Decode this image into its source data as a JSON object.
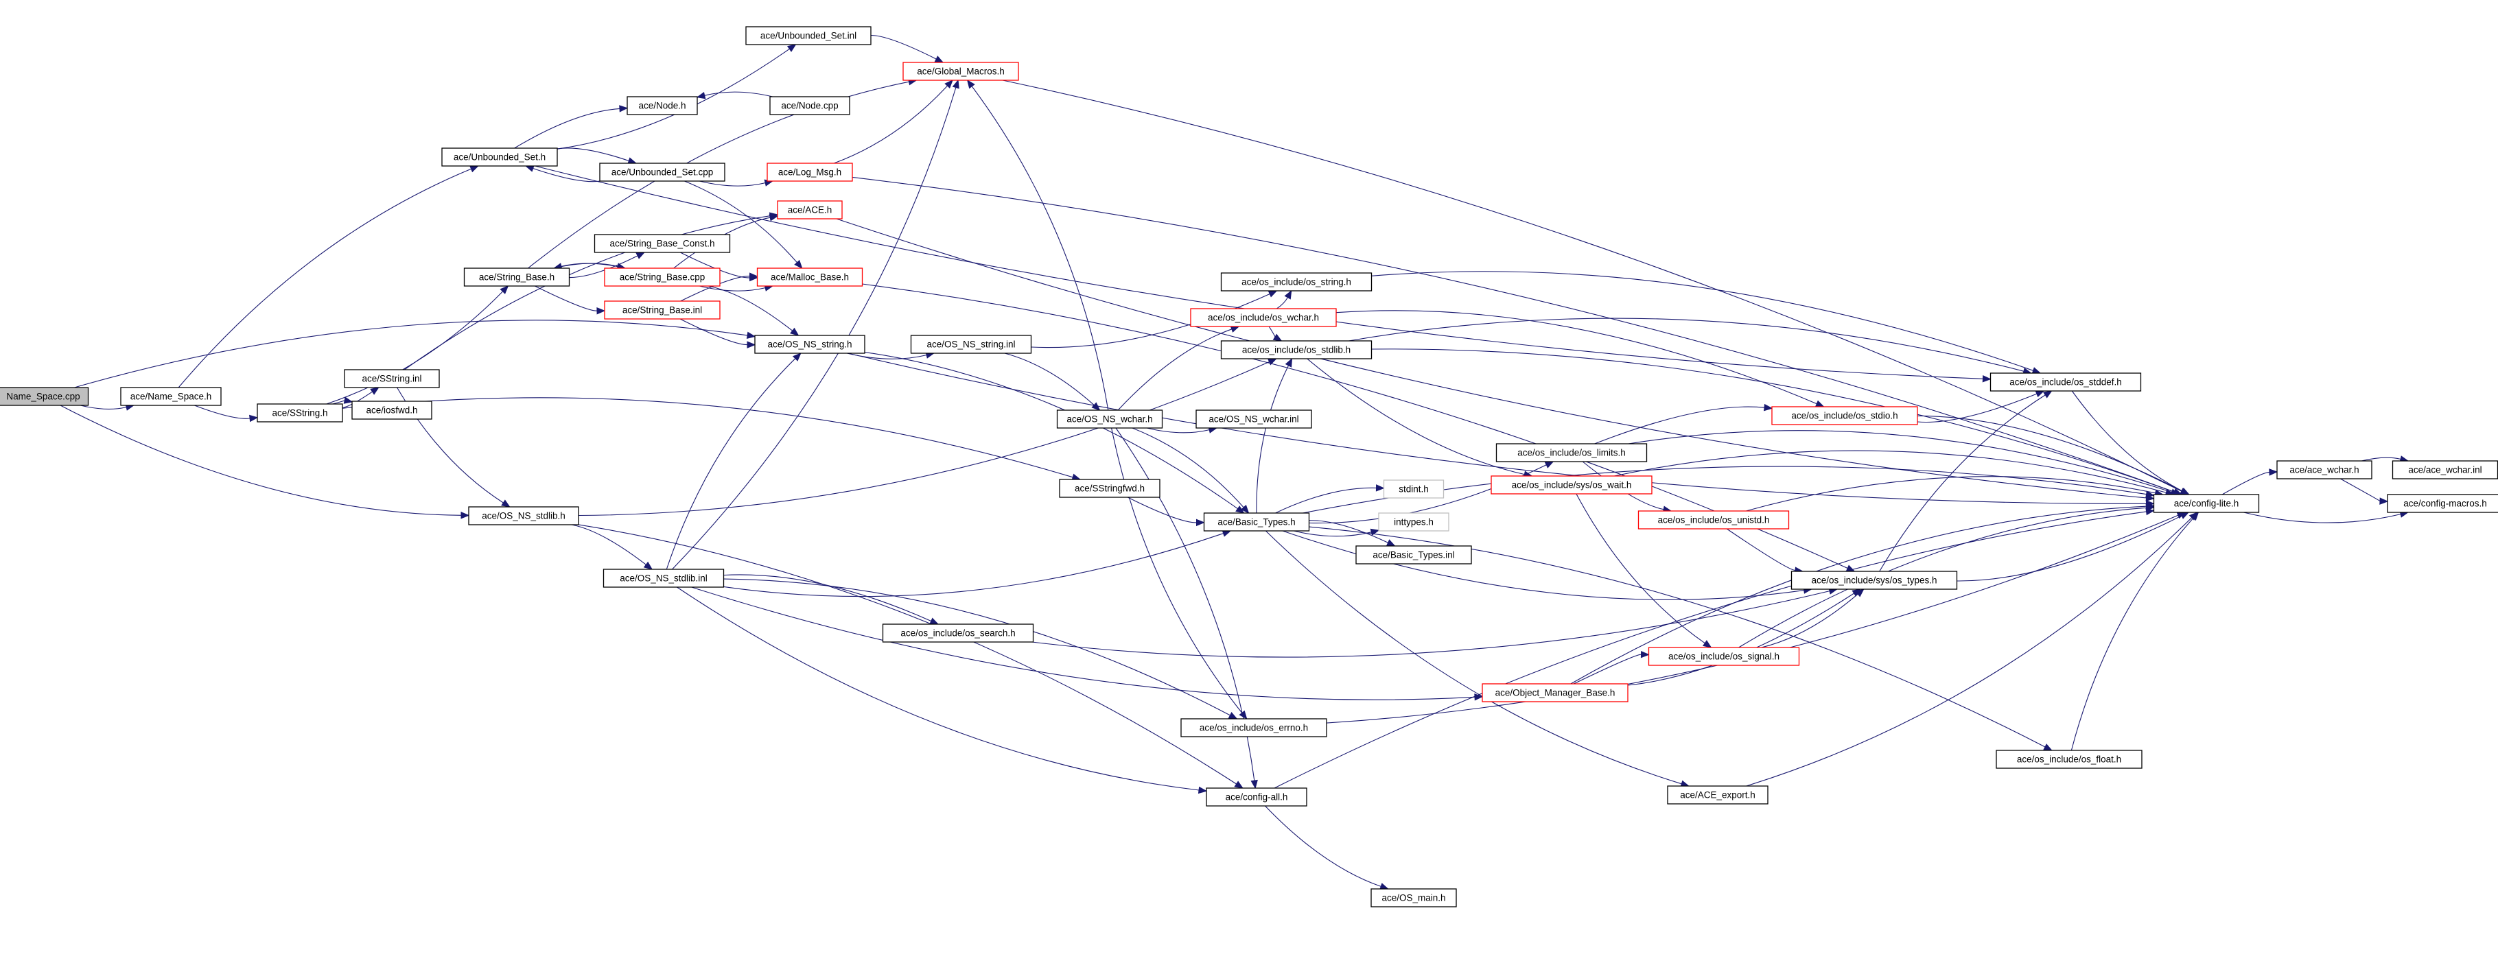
{
  "diagram": {
    "type": "include-dependency-graph",
    "colors": {
      "edge": "#191970",
      "root_fill": "#bfbfbf",
      "documented_border": "#000000",
      "undocumented_border": "#ff0000",
      "external_border": "#bfbfbf"
    },
    "nodes": [
      {
        "id": "name_space_cpp",
        "label": "Name_Space.cpp",
        "kind": "root"
      },
      {
        "id": "name_space_h",
        "label": "ace/Name_Space.h",
        "kind": "doc"
      },
      {
        "id": "unbounded_set_h",
        "label": "ace/Unbounded_Set.h",
        "kind": "doc"
      },
      {
        "id": "unbounded_set_inl",
        "label": "ace/Unbounded_Set.inl",
        "kind": "doc"
      },
      {
        "id": "global_macros_h",
        "label": "ace/Global_Macros.h",
        "kind": "red"
      },
      {
        "id": "node_h",
        "label": "ace/Node.h",
        "kind": "doc"
      },
      {
        "id": "node_cpp",
        "label": "ace/Node.cpp",
        "kind": "doc"
      },
      {
        "id": "unbounded_set_cpp",
        "label": "ace/Unbounded_Set.cpp",
        "kind": "doc"
      },
      {
        "id": "log_msg_h",
        "label": "ace/Log_Msg.h",
        "kind": "red"
      },
      {
        "id": "ace_h",
        "label": "ace/ACE.h",
        "kind": "red"
      },
      {
        "id": "string_base_const_h",
        "label": "ace/String_Base_Const.h",
        "kind": "doc"
      },
      {
        "id": "string_base_h",
        "label": "ace/String_Base.h",
        "kind": "doc"
      },
      {
        "id": "string_base_cpp",
        "label": "ace/String_Base.cpp",
        "kind": "red"
      },
      {
        "id": "malloc_base_h",
        "label": "ace/Malloc_Base.h",
        "kind": "red"
      },
      {
        "id": "string_base_inl",
        "label": "ace/String_Base.inl",
        "kind": "red"
      },
      {
        "id": "os_ns_string_h",
        "label": "ace/OS_NS_string.h",
        "kind": "doc"
      },
      {
        "id": "os_ns_string_inl",
        "label": "ace/OS_NS_string.inl",
        "kind": "doc"
      },
      {
        "id": "sstring_inl",
        "label": "ace/SString.inl",
        "kind": "doc"
      },
      {
        "id": "sstring_h",
        "label": "ace/SString.h",
        "kind": "doc"
      },
      {
        "id": "iosfwd_h",
        "label": "ace/iosfwd.h",
        "kind": "doc"
      },
      {
        "id": "os_include_os_string_h",
        "label": "ace/os_include/os_string.h",
        "kind": "doc"
      },
      {
        "id": "os_include_os_wchar_h",
        "label": "ace/os_include/os_wchar.h",
        "kind": "red"
      },
      {
        "id": "os_include_os_stdlib_h",
        "label": "ace/os_include/os_stdlib.h",
        "kind": "doc"
      },
      {
        "id": "os_ns_wchar_h",
        "label": "ace/OS_NS_wchar.h",
        "kind": "doc"
      },
      {
        "id": "os_ns_wchar_inl",
        "label": "ace/OS_NS_wchar.inl",
        "kind": "doc"
      },
      {
        "id": "os_include_os_stddef_h",
        "label": "ace/os_include/os_stddef.h",
        "kind": "doc"
      },
      {
        "id": "os_include_os_stdio_h",
        "label": "ace/os_include/os_stdio.h",
        "kind": "red"
      },
      {
        "id": "os_include_os_limits_h",
        "label": "ace/os_include/os_limits.h",
        "kind": "doc"
      },
      {
        "id": "os_include_sys_os_wait_h",
        "label": "ace/os_include/sys/os_wait.h",
        "kind": "red"
      },
      {
        "id": "sstringfwd_h",
        "label": "ace/SStringfwd.h",
        "kind": "doc"
      },
      {
        "id": "stdint_h",
        "label": "stdint.h",
        "kind": "grey"
      },
      {
        "id": "os_ns_stdlib_h",
        "label": "ace/OS_NS_stdlib.h",
        "kind": "doc"
      },
      {
        "id": "basic_types_h",
        "label": "ace/Basic_Types.h",
        "kind": "doc"
      },
      {
        "id": "inttypes_h",
        "label": "inttypes.h",
        "kind": "grey"
      },
      {
        "id": "os_include_os_unistd_h",
        "label": "ace/os_include/os_unistd.h",
        "kind": "red"
      },
      {
        "id": "basic_types_inl",
        "label": "ace/Basic_Types.inl",
        "kind": "doc"
      },
      {
        "id": "os_ns_stdlib_inl",
        "label": "ace/OS_NS_stdlib.inl",
        "kind": "doc"
      },
      {
        "id": "os_include_sys_os_types_h",
        "label": "ace/os_include/sys/os_types.h",
        "kind": "doc"
      },
      {
        "id": "os_include_os_search_h",
        "label": "ace/os_include/os_search.h",
        "kind": "doc"
      },
      {
        "id": "os_include_os_signal_h",
        "label": "ace/os_include/os_signal.h",
        "kind": "red"
      },
      {
        "id": "object_manager_base_h",
        "label": "ace/Object_Manager_Base.h",
        "kind": "red"
      },
      {
        "id": "os_include_os_errno_h",
        "label": "ace/os_include/os_errno.h",
        "kind": "doc"
      },
      {
        "id": "os_include_os_float_h",
        "label": "ace/os_include/os_float.h",
        "kind": "doc"
      },
      {
        "id": "config_all_h",
        "label": "ace/config-all.h",
        "kind": "doc"
      },
      {
        "id": "ace_export_h",
        "label": "ace/ACE_export.h",
        "kind": "doc"
      },
      {
        "id": "os_main_h",
        "label": "ace/OS_main.h",
        "kind": "doc"
      },
      {
        "id": "config_lite_h",
        "label": "ace/config-lite.h",
        "kind": "doc"
      },
      {
        "id": "ace_wchar_h",
        "label": "ace/ace_wchar.h",
        "kind": "doc"
      },
      {
        "id": "ace_wchar_inl",
        "label": "ace/ace_wchar.inl",
        "kind": "doc"
      },
      {
        "id": "config_macros_h",
        "label": "ace/config-macros.h",
        "kind": "doc"
      }
    ],
    "edges": [
      [
        "name_space_cpp",
        "name_space_h"
      ],
      [
        "name_space_cpp",
        "os_ns_string_h"
      ],
      [
        "name_space_cpp",
        "os_ns_stdlib_h"
      ],
      [
        "name_space_h",
        "unbounded_set_h"
      ],
      [
        "name_space_h",
        "sstring_h"
      ],
      [
        "unbounded_set_h",
        "node_h"
      ],
      [
        "unbounded_set_h",
        "unbounded_set_inl"
      ],
      [
        "unbounded_set_h",
        "unbounded_set_cpp"
      ],
      [
        "unbounded_set_h",
        "os_include_os_stddef_h"
      ],
      [
        "unbounded_set_inl",
        "global_macros_h"
      ],
      [
        "node_cpp",
        "node_h"
      ],
      [
        "unbounded_set_cpp",
        "unbounded_set_h"
      ],
      [
        "unbounded_set_cpp",
        "log_msg_h"
      ],
      [
        "unbounded_set_cpp",
        "malloc_base_h"
      ],
      [
        "log_msg_h",
        "global_macros_h"
      ],
      [
        "log_msg_h",
        "config_lite_h"
      ],
      [
        "ace_h",
        "config_lite_h"
      ],
      [
        "global_macros_h",
        "config_lite_h"
      ],
      [
        "string_base_h",
        "string_base_const_h"
      ],
      [
        "string_base_h",
        "string_base_cpp"
      ],
      [
        "string_base_h",
        "string_base_inl"
      ],
      [
        "string_base_h",
        "global_macros_h"
      ],
      [
        "string_base_cpp",
        "string_base_h"
      ],
      [
        "string_base_cpp",
        "ace_h"
      ],
      [
        "string_base_cpp",
        "malloc_base_h"
      ],
      [
        "string_base_cpp",
        "os_ns_string_h"
      ],
      [
        "string_base_const_h",
        "malloc_base_h"
      ],
      [
        "string_base_inl",
        "malloc_base_h"
      ],
      [
        "string_base_inl",
        "os_ns_string_h"
      ],
      [
        "malloc_base_h",
        "os_include_sys_os_types_h"
      ],
      [
        "sstring_h",
        "sstring_inl"
      ],
      [
        "sstring_h",
        "iosfwd_h"
      ],
      [
        "sstring_h",
        "string_base_h"
      ],
      [
        "sstring_h",
        "sstringfwd_h"
      ],
      [
        "sstring_inl",
        "os_ns_stdlib_h"
      ],
      [
        "sstring_inl",
        "ace_h"
      ],
      [
        "os_ns_string_h",
        "os_ns_string_inl"
      ],
      [
        "os_ns_string_h",
        "basic_types_h"
      ],
      [
        "os_ns_string_h",
        "config_lite_h"
      ],
      [
        "os_ns_string_inl",
        "os_ns_wchar_h"
      ],
      [
        "os_ns_string_inl",
        "os_include_os_string_h"
      ],
      [
        "os_include_os_string_h",
        "os_include_os_stddef_h"
      ],
      [
        "os_include_os_wchar_h",
        "os_include_os_string_h"
      ],
      [
        "os_include_os_wchar_h",
        "os_include_os_stdio_h"
      ],
      [
        "os_include_os_wchar_h",
        "os_include_os_stdlib_h"
      ],
      [
        "os_ns_wchar_h",
        "os_include_os_wchar_h"
      ],
      [
        "os_ns_wchar_h",
        "os_ns_wchar_inl"
      ],
      [
        "os_ns_wchar_h",
        "basic_types_h"
      ],
      [
        "os_ns_wchar_h",
        "os_include_os_errno_h"
      ],
      [
        "os_ns_wchar_h",
        "config_all_h"
      ],
      [
        "os_ns_wchar_h",
        "global_macros_h"
      ],
      [
        "os_include_os_stdlib_h",
        "os_include_os_stddef_h"
      ],
      [
        "os_include_os_stdlib_h",
        "os_include_sys_os_wait_h"
      ],
      [
        "os_include_os_stdlib_h",
        "config_lite_h"
      ],
      [
        "os_include_os_stdio_h",
        "os_include_os_stddef_h"
      ],
      [
        "os_include_os_stdio_h",
        "config_lite_h"
      ],
      [
        "os_include_os_stddef_h",
        "config_lite_h"
      ],
      [
        "os_include_os_limits_h",
        "os_include_os_stdio_h"
      ],
      [
        "os_include_os_limits_h",
        "os_include_os_unistd_h"
      ],
      [
        "os_include_os_limits_h",
        "config_lite_h"
      ],
      [
        "os_include_sys_os_wait_h",
        "os_include_os_signal_h"
      ],
      [
        "os_include_sys_os_wait_h",
        "config_lite_h"
      ],
      [
        "sstringfwd_h",
        "basic_types_h"
      ],
      [
        "os_ns_stdlib_h",
        "os_ns_stdlib_inl"
      ],
      [
        "os_ns_stdlib_h",
        "os_include_os_stdlib_h"
      ],
      [
        "os_ns_stdlib_h",
        "config_all_h"
      ],
      [
        "os_ns_stdlib_inl",
        "basic_types_h"
      ],
      [
        "os_ns_stdlib_inl",
        "os_ns_string_h"
      ],
      [
        "os_ns_stdlib_inl",
        "global_macros_h"
      ],
      [
        "os_ns_stdlib_inl",
        "os_include_os_search_h"
      ],
      [
        "os_ns_stdlib_inl",
        "object_manager_base_h"
      ],
      [
        "os_ns_stdlib_inl",
        "os_include_os_errno_h"
      ],
      [
        "os_ns_stdlib_inl",
        "config_all_h"
      ],
      [
        "basic_types_h",
        "stdint_h"
      ],
      [
        "basic_types_h",
        "inttypes_h"
      ],
      [
        "basic_types_h",
        "basic_types_inl"
      ],
      [
        "basic_types_h",
        "os_include_os_limits_h"
      ],
      [
        "basic_types_h",
        "os_include_os_stdlib_h"
      ],
      [
        "basic_types_h",
        "os_include_sys_os_types_h"
      ],
      [
        "basic_types_h",
        "os_include_os_float_h"
      ],
      [
        "basic_types_h",
        "ace_export_h"
      ],
      [
        "basic_types_h",
        "config_lite_h"
      ],
      [
        "os_include_os_unistd_h",
        "os_include_sys_os_types_h"
      ],
      [
        "os_include_os_unistd_h",
        "config_lite_h"
      ],
      [
        "os_include_os_search_h",
        "os_include_sys_os_types_h"
      ],
      [
        "os_include_sys_os_types_h",
        "os_include_os_stddef_h"
      ],
      [
        "os_include_sys_os_types_h",
        "config_lite_h"
      ],
      [
        "object_manager_base_h",
        "os_include_os_signal_h"
      ],
      [
        "object_manager_base_h",
        "os_include_sys_os_types_h"
      ],
      [
        "object_manager_base_h",
        "config_lite_h"
      ],
      [
        "os_include_os_signal_h",
        "os_include_sys_os_types_h"
      ],
      [
        "os_include_os_signal_h",
        "config_lite_h"
      ],
      [
        "os_include_os_errno_h",
        "config_lite_h"
      ],
      [
        "os_include_os_float_h",
        "config_lite_h"
      ],
      [
        "config_all_h",
        "os_main_h"
      ],
      [
        "config_all_h",
        "config_lite_h"
      ],
      [
        "ace_export_h",
        "config_lite_h"
      ],
      [
        "config_lite_h",
        "ace_wchar_h"
      ],
      [
        "config_lite_h",
        "config_macros_h"
      ],
      [
        "ace_wchar_h",
        "ace_wchar_inl"
      ],
      [
        "ace_wchar_h",
        "config_macros_h"
      ]
    ]
  }
}
